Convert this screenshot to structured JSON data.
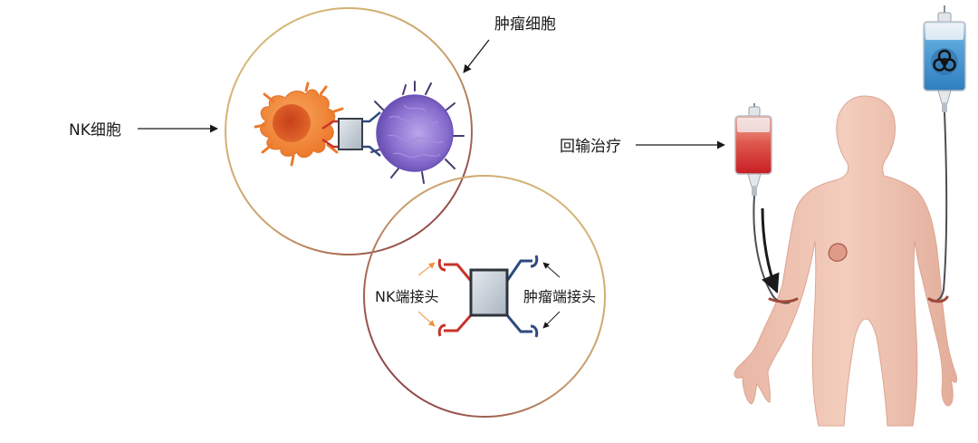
{
  "labels": {
    "tumor_cell": "肿瘤细胞",
    "nk_cell": "NK细胞",
    "reinfusion": "回输治疗",
    "nk_end": "NK端接头",
    "tumor_end": "肿瘤端接头"
  },
  "icons": {
    "bag_hazard": "biohazard-icon"
  },
  "colors": {
    "nk_cell": "#f08a3c",
    "nk_nucleus": "#d8501c",
    "tumor_cell": "#8a6fd0",
    "nk_linker": "#c8332b",
    "tumor_linker": "#2e4a80",
    "engager_core": "#c9d1da",
    "body_skin": "#efc2b1",
    "blood_bag": "#d8282c",
    "hazard_bag": "#3d8fcf"
  }
}
